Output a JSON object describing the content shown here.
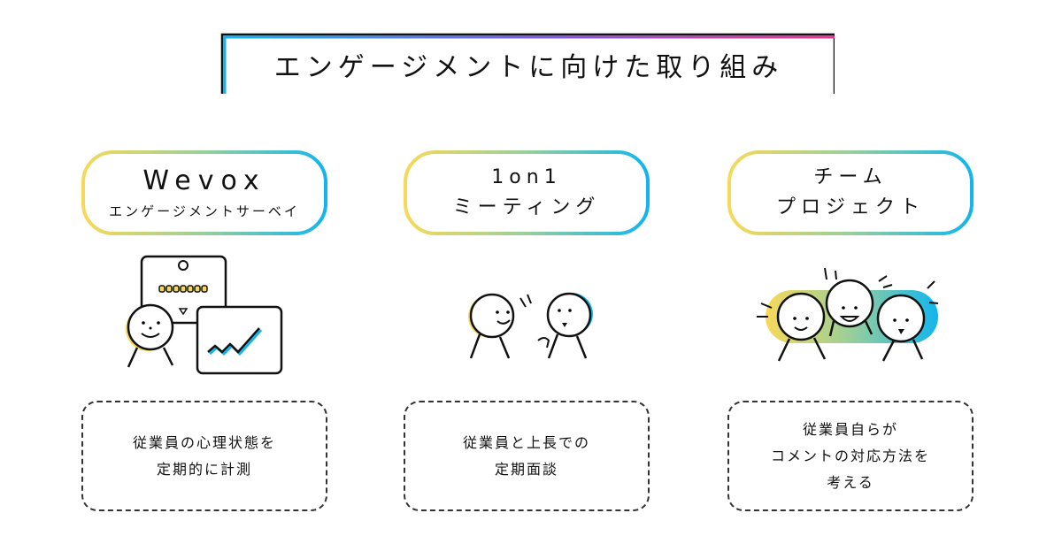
{
  "title": "エンゲージメントに向けた取り組み",
  "colors": {
    "title_gradient": [
      "#12b5ef",
      "#e8388f"
    ],
    "box_gradient": [
      "#f7d95a",
      "#12b5ef"
    ],
    "stroke": "#111111"
  },
  "columns": [
    {
      "main": "Wevox",
      "sub": "エンゲージメントサーベイ",
      "description": [
        "従業員の心理状態を",
        "定期的に計測"
      ]
    },
    {
      "lines": [
        "1on1",
        "ミーティング"
      ],
      "description": [
        "従業員と上長での",
        "定期面談"
      ]
    },
    {
      "lines": [
        "チーム",
        "プロジェクト"
      ],
      "description": [
        "従業員自らが",
        "コメントの対応方法を",
        "考える"
      ]
    }
  ]
}
